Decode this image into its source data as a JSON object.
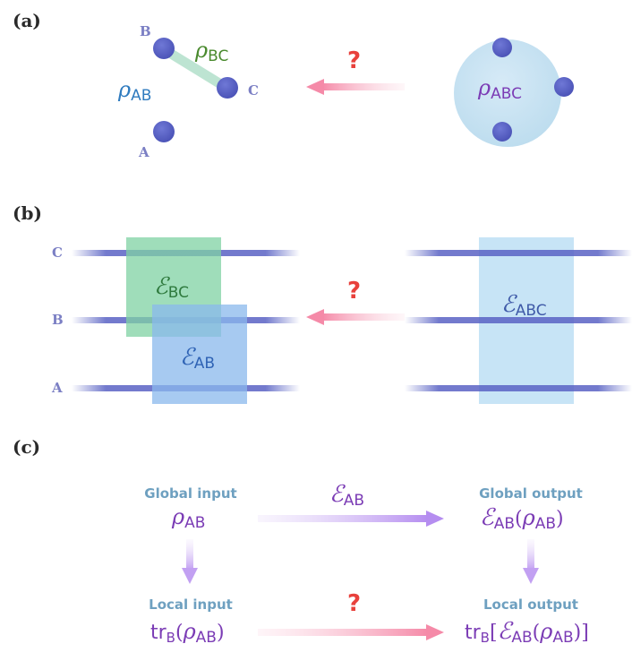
{
  "panels": {
    "a": "(a)",
    "b": "(b)",
    "c": "(c)"
  },
  "panel_a": {
    "node_labels": {
      "a": "A",
      "b": "B",
      "c": "C"
    },
    "rho": "ρ",
    "sub_ab": "AB",
    "sub_bc": "BC",
    "sub_abc": "ABC",
    "question": "?"
  },
  "panel_b": {
    "wire_labels": {
      "c": "C",
      "b": "B",
      "a": "A"
    },
    "cal_e": "ℰ",
    "sub_bc": "BC",
    "sub_ab": "AB",
    "sub_abc": "ABC",
    "question": "?"
  },
  "panel_c": {
    "global_input_label": "Global input",
    "global_output_label": "Global output",
    "local_input_label": "Local input",
    "local_output_label": "Local output",
    "rho": "ρ",
    "cal_e": "ℰ",
    "tr": "tr",
    "sub_b": "B",
    "sub_ab": "AB",
    "paren_open": "(",
    "paren_close": ")",
    "bracket_open": "[",
    "bracket_close": "]",
    "question": "?"
  },
  "colors": {
    "node": "#5a62c0",
    "node_label": "#7b7fc4",
    "rho_ab": "#2f7bbf",
    "rho_bc": "#4a8a2e",
    "rho_abc": "#7b3cb5",
    "pink_arrow": "#f7a0b6",
    "purple_arrow": "#c8a8f0",
    "question": "#e8413c",
    "ebc_box": "#7fd2a3",
    "eab_box": "#8ab8ec",
    "eabc_box": "#c7e4f6",
    "wire": "#5a63c4",
    "label_teal": "#6ea0c0"
  }
}
